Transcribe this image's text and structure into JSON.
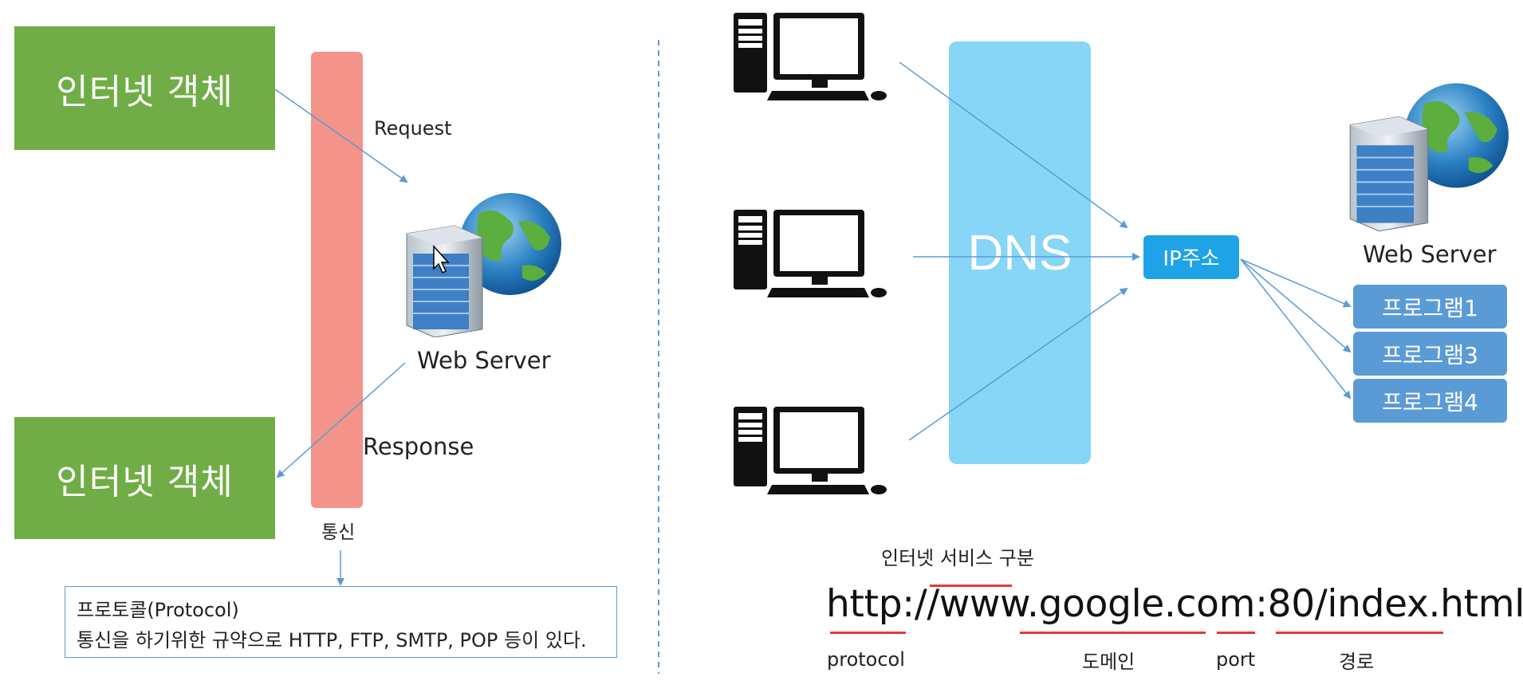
{
  "left": {
    "top_object_label": "인터넷 객체",
    "bottom_object_label": "인터넷 객체",
    "request_label": "Request",
    "response_label": "Response",
    "web_server_label": "Web Server",
    "channel_label": "통신",
    "protocol_title": "프로토콜(Protocol)",
    "protocol_desc": "통신을 하기위한 규약으로 HTTP, FTP, SMTP, POP 등이 있다."
  },
  "right": {
    "dns_label": "DNS",
    "ip_label": "IP주소",
    "web_server_label": "Web Server",
    "programs": [
      "프로그램1",
      "프로그램3",
      "프로그램4"
    ],
    "service_label": "인터넷 서비스 구분",
    "url": {
      "scheme": "http://",
      "domain": "www.google.com",
      "port": ":80",
      "path": "/index.html"
    },
    "url_parts": {
      "protocol": "protocol",
      "domain": "도메인",
      "port": "port",
      "path": "경로"
    }
  },
  "colors": {
    "green": "#70ad47",
    "pink": "#f4938a",
    "dns": "#87d5f7",
    "ip": "#1fa3e6",
    "program": "#5b9bd5",
    "arrow": "#5b9bd5",
    "underline": "#e53935"
  },
  "icons": [
    "desktop-computer-icon",
    "web-server-globe-icon",
    "cursor-icon"
  ]
}
